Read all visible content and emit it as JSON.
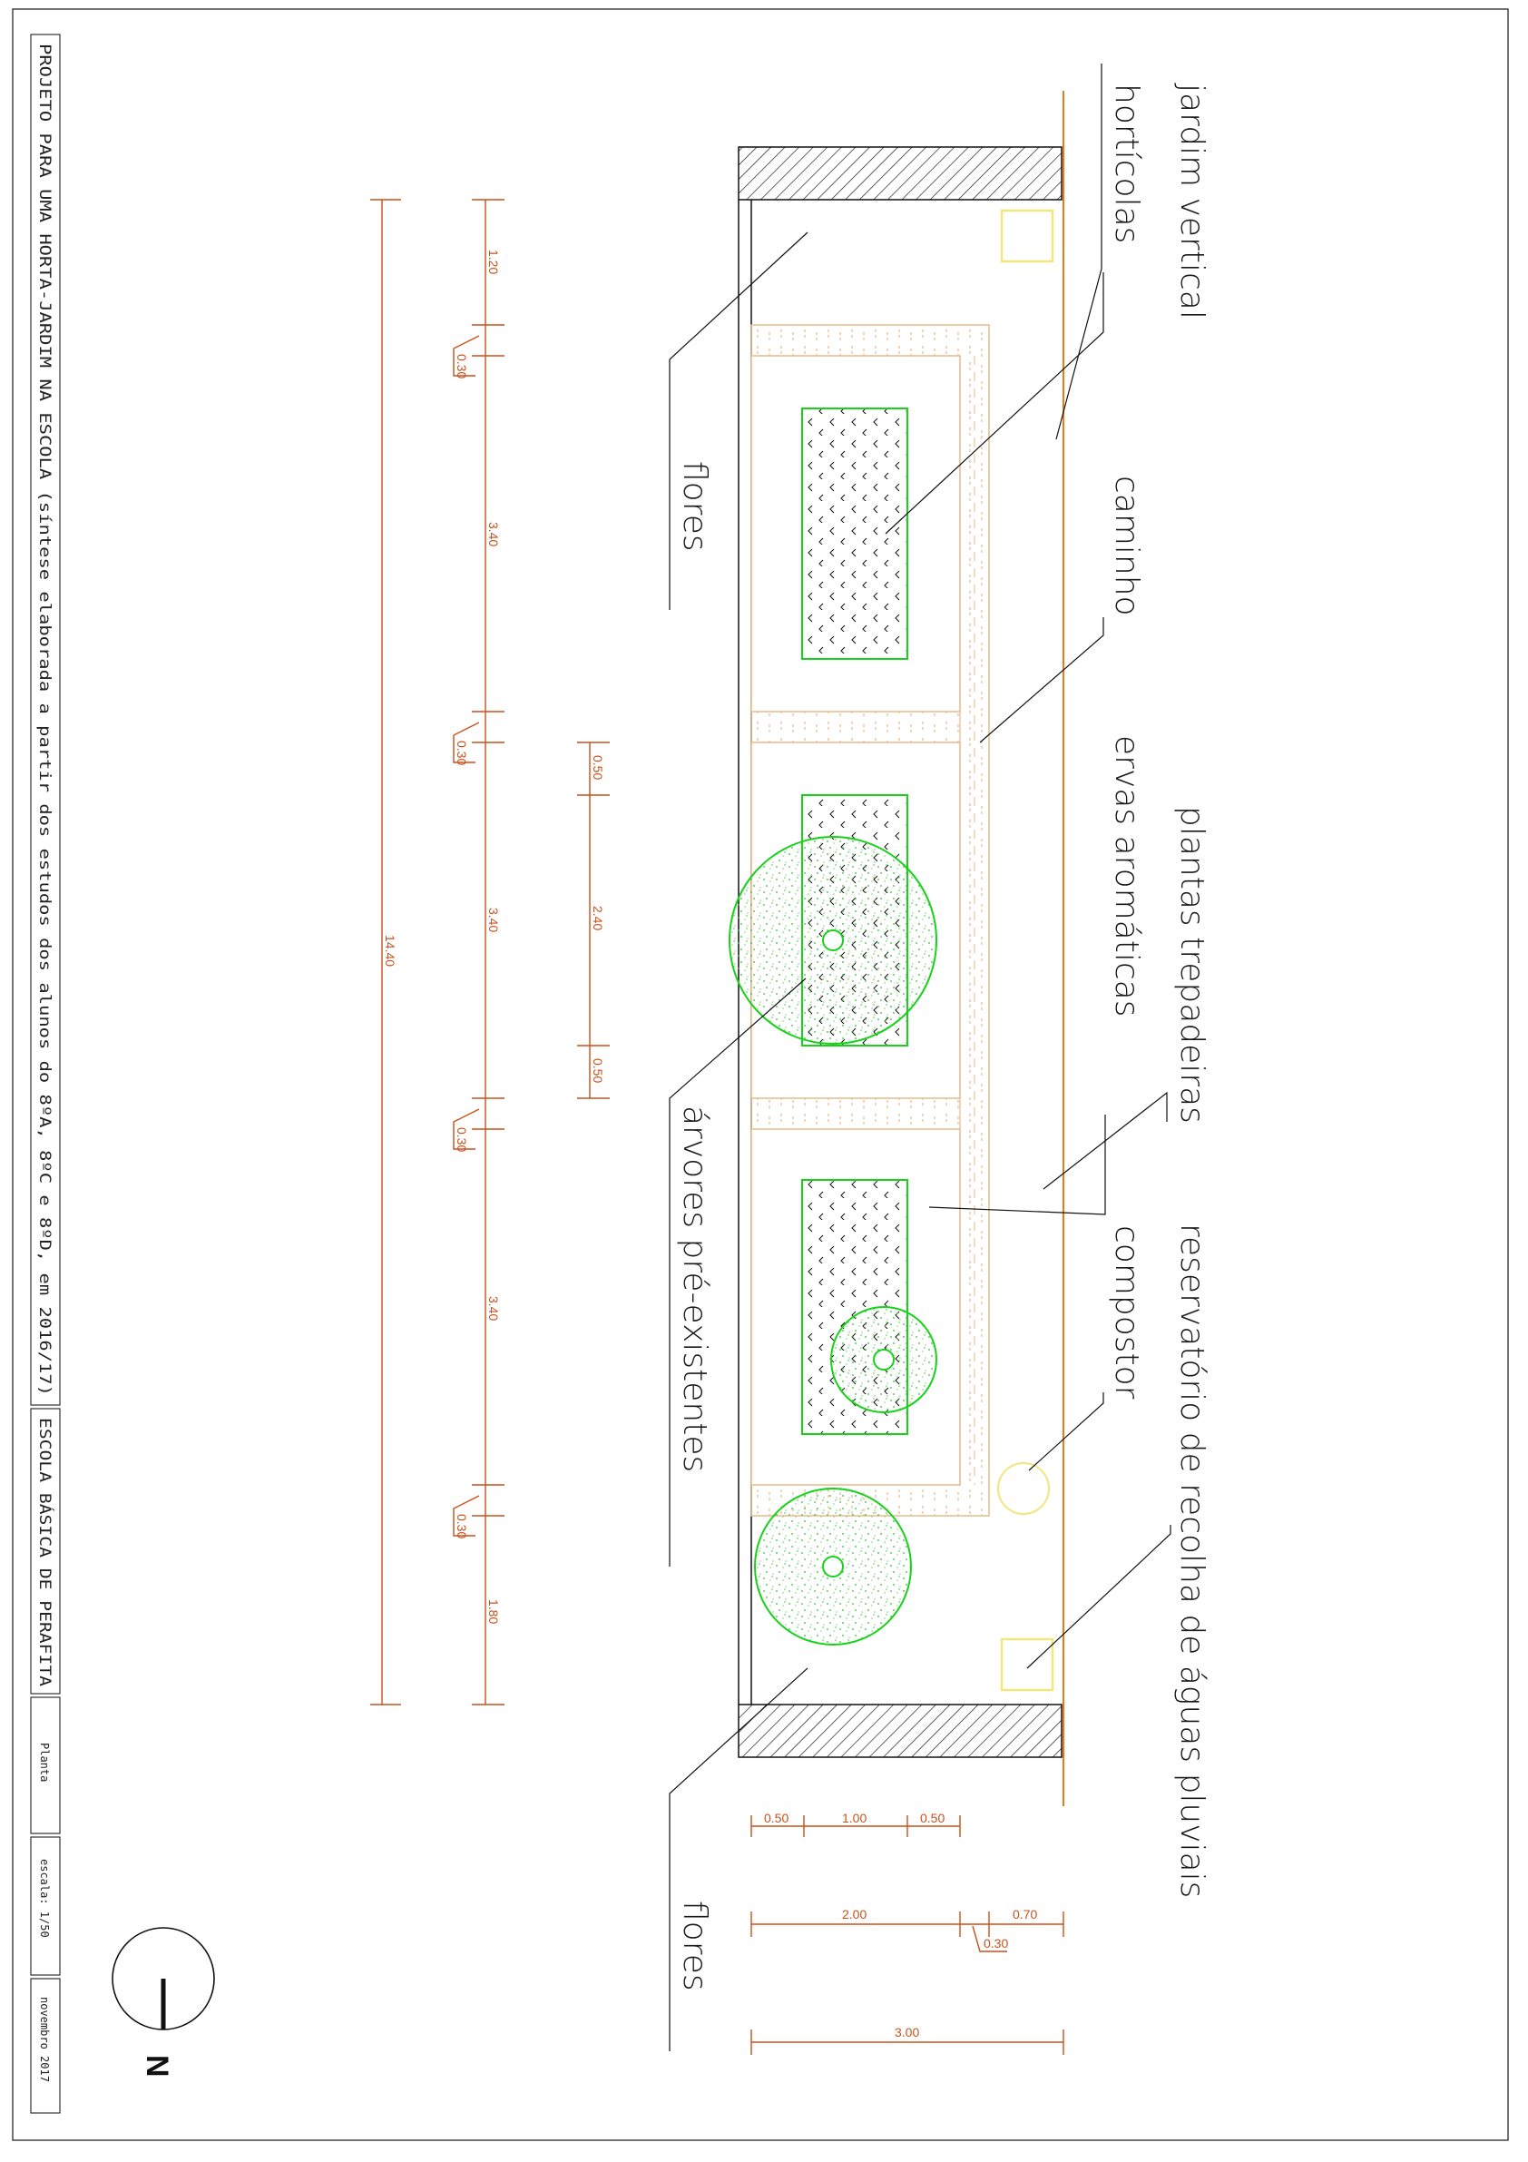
{
  "title_block": {
    "project": "PROJETO PARA UMA HORTA-JARDIM NA ESCOLA (síntese elaborada a partir dos estudos dos alunos do 8ºA, 8ºC e 8ºD, em 2016/17)",
    "school": "ESCOLA BÁSICA DE PERAFITA",
    "sheet": "Planta",
    "scale": "escala: 1/50",
    "date": "novembro 2017"
  },
  "north": "N",
  "labels": {
    "jardim_vertical": "jardim vertical",
    "horticolas": "hortícolas",
    "flores_top": "flores",
    "caminho": "caminho",
    "ervas": "ervas aromáticas",
    "trepadeiras": "plantas trepadeiras",
    "arvores": "árvores pré-existentes",
    "compostor": "compostor",
    "reservatorio": "reservatório de recolha de águas pluviais",
    "flores_bottom": "flores"
  },
  "dimensions": {
    "total": "14.40",
    "seg1": "1.20",
    "gap1": "0.30",
    "seg2": "3.40",
    "gap2": "0.30",
    "seg3": "3.40",
    "gap3": "0.30",
    "seg4": "3.40",
    "gap4": "0.30",
    "seg5": "1.80",
    "inner_a": "0.50",
    "inner_b": "2.40",
    "inner_c": "0.50",
    "w1": "0.50",
    "w2": "1.00",
    "w3": "0.50",
    "w4": "2.00",
    "w5": "0.70",
    "w6": "0.30",
    "w7": "3.00"
  },
  "colors": {
    "dimension": "#c8511b",
    "planting": "#18d21a",
    "path": "#e8b98a",
    "water": "#f1e87a",
    "fence": "#e87a1a",
    "line": "#111111"
  }
}
